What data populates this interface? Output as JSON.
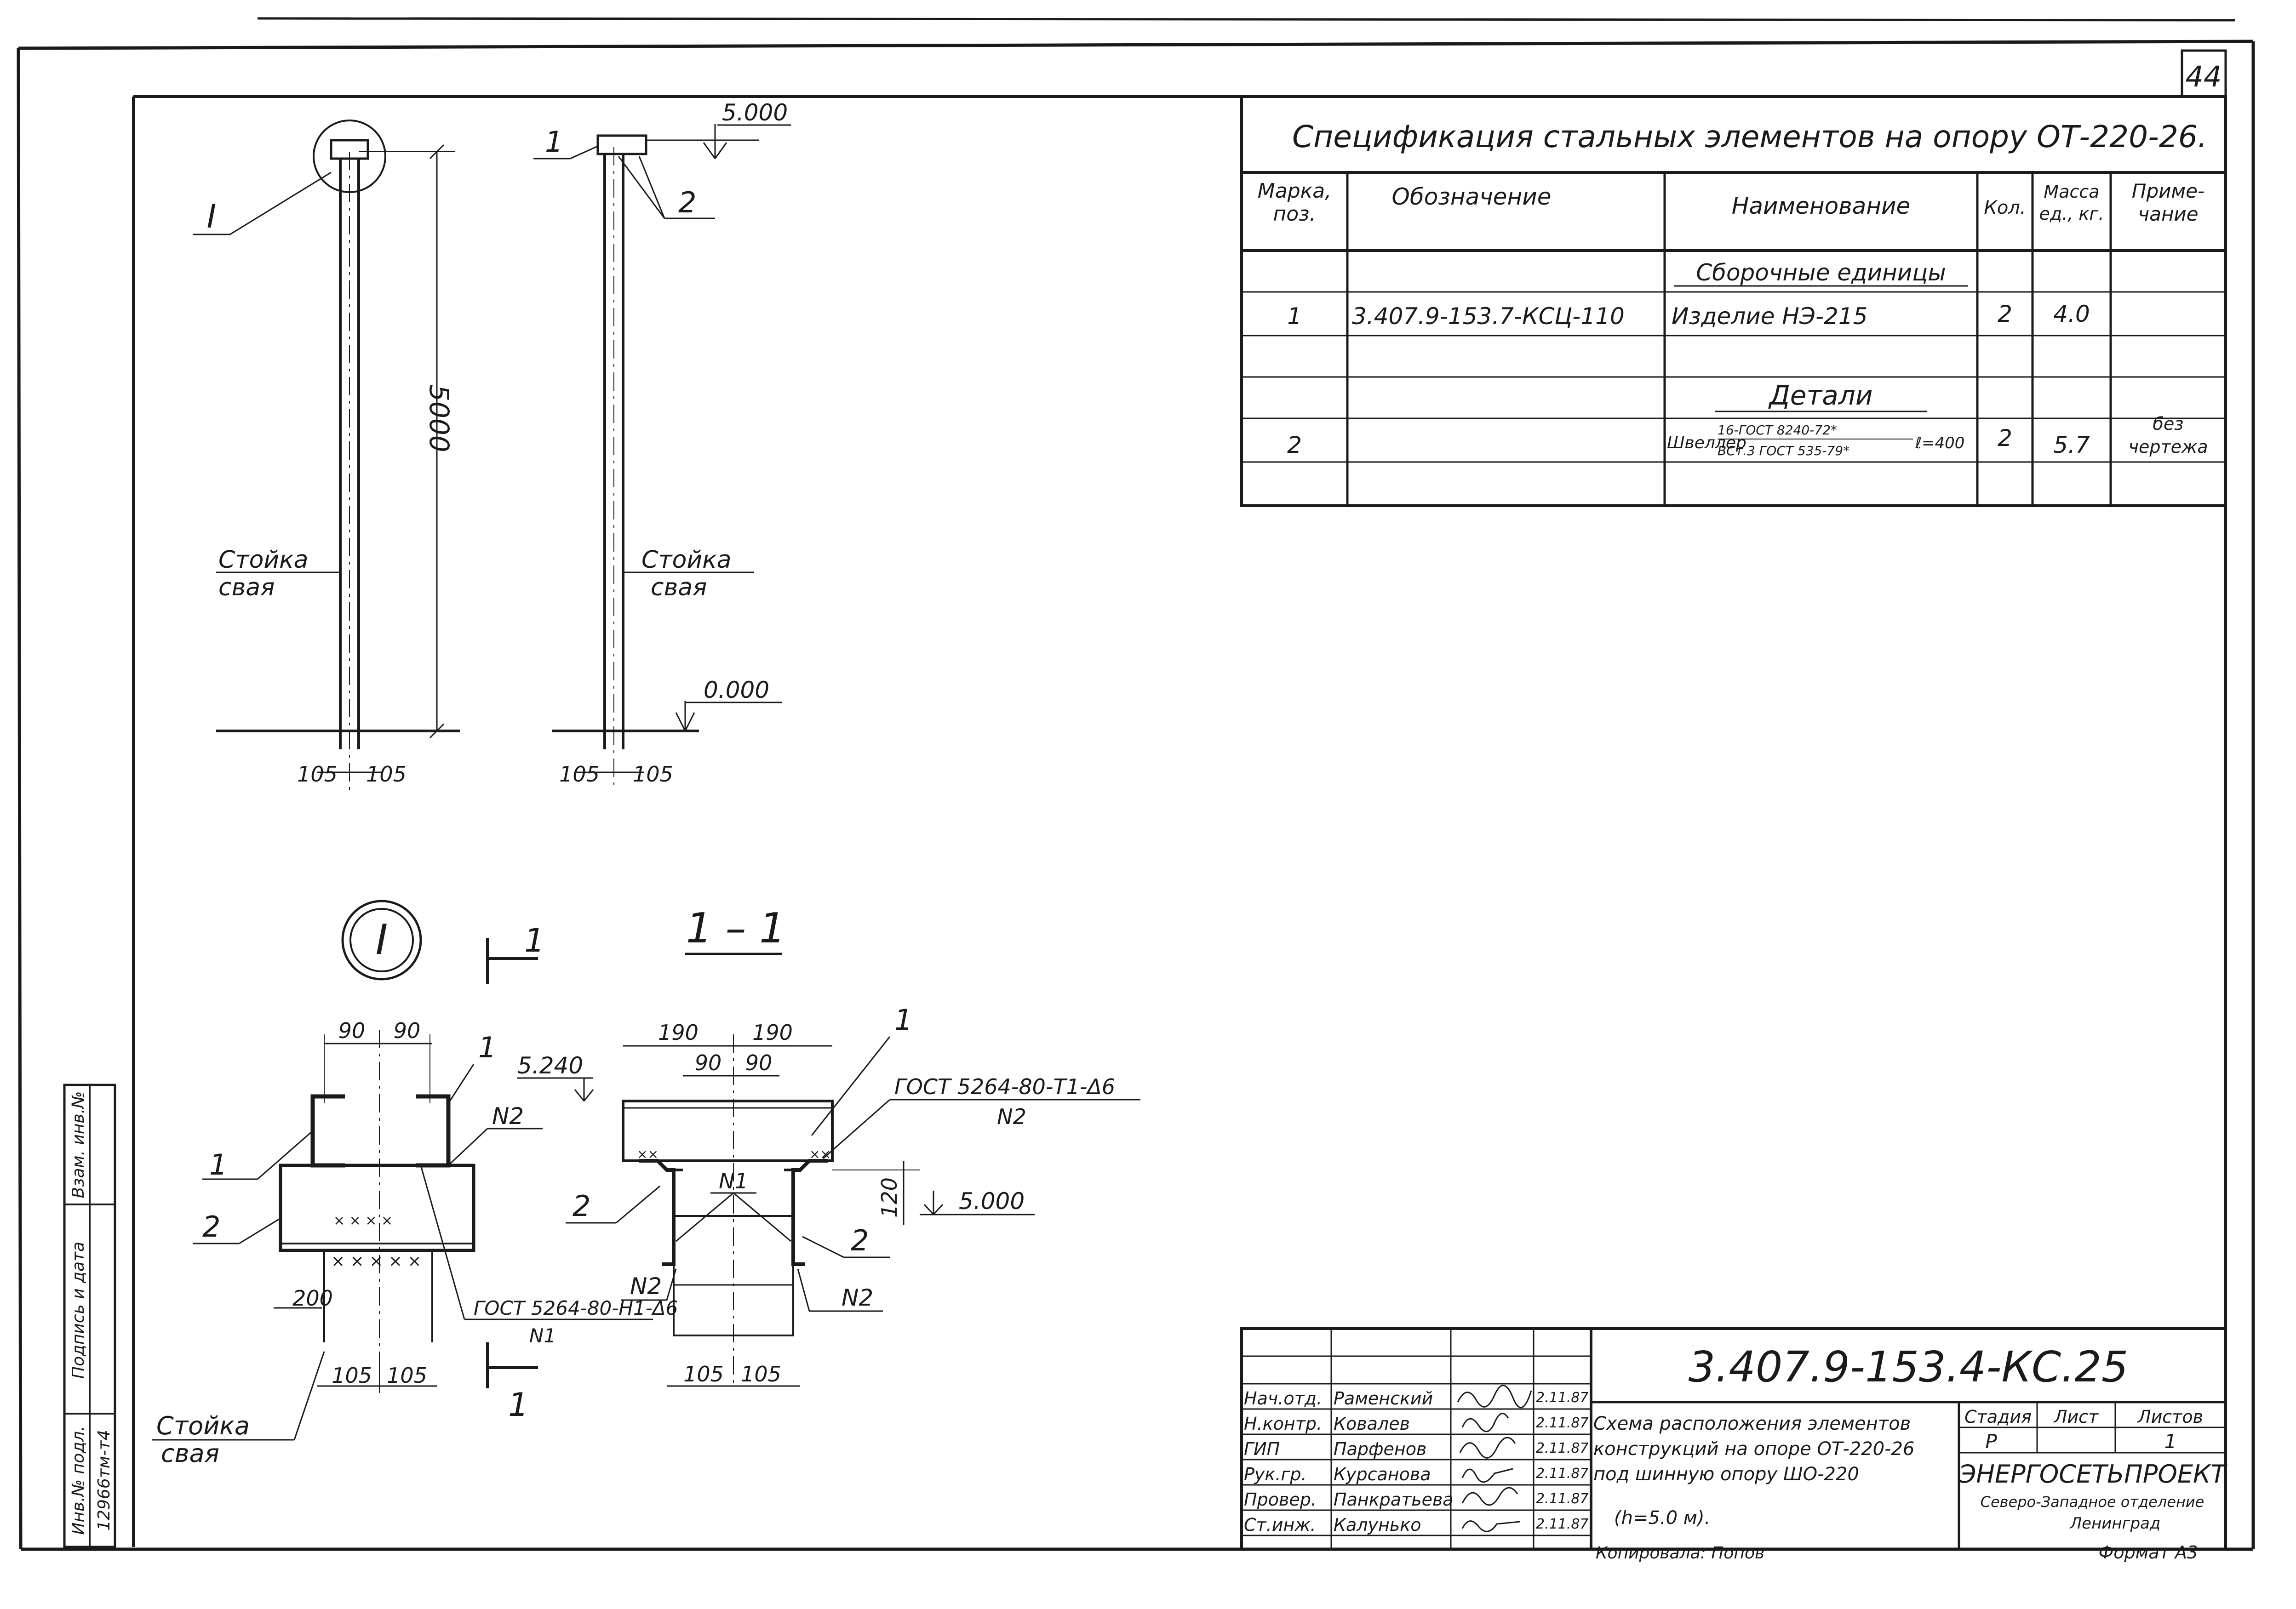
{
  "page_number": "44",
  "spec": {
    "title": "Спецификация стальных элементов на опору ОТ-220-26.",
    "headers": {
      "mark": [
        "Марка,",
        "поз."
      ],
      "designation": "Обозначение",
      "name": "Наименование",
      "qty": "Кол.",
      "mass": [
        "Масса",
        "ед., кг."
      ],
      "note": [
        "Приме-",
        "чание"
      ]
    },
    "section_assembly": "Сборочные единицы",
    "row1": {
      "mark": "1",
      "designation": "3.407.9-153.7-КСЦ-110",
      "name": "Изделие   НЭ-215",
      "qty": "2",
      "mass": "4.0",
      "note": ""
    },
    "section_details": "Детали",
    "row2": {
      "mark": "2",
      "name_prefix": "Швеллер",
      "name_top": "16-ГОСТ 8240-72*",
      "name_bottom": "ВСт.3 ГОСТ 535-79*",
      "name_suffix": "ℓ=400",
      "qty": "2",
      "mass": "5.7",
      "note": [
        "без",
        "чертежа"
      ]
    }
  },
  "elevation": {
    "top_mark": "5.000",
    "ground_mark": "0.000",
    "height_dim": "5000",
    "callout": "I",
    "pos1": "1",
    "pos2": "2",
    "post_label_1": "Стойка",
    "post_label_2": "свая",
    "dim_left": "105",
    "dim_right": "105"
  },
  "detail_I": {
    "title": "I",
    "dim_a": "90",
    "dim_b": "90",
    "dim_200": "200",
    "dim_105a": "105",
    "dim_105b": "105",
    "pos1a": "1",
    "pos1b": "1",
    "pos2": "2",
    "n2": "N2",
    "weld_label": "ГОСТ 5264-80-Н1-Δ6",
    "weld_sub": "N1",
    "post_label_1": "Стойка",
    "post_label_2": "свая",
    "cut_mark": "1"
  },
  "section_1_1": {
    "title": "1 – 1",
    "mark_top": "5.240",
    "mark_bottom": "5.000",
    "dim_190a": "190",
    "dim_190b": "190",
    "dim_90a": "90",
    "dim_90b": "90",
    "dim_120": "120",
    "dim_105a": "105",
    "dim_105b": "105",
    "pos1": "1",
    "pos2a": "2",
    "pos2b": "2",
    "weld_label": "ГОСТ 5264-80-Т1-Δ6",
    "weld_sub": "N2",
    "n1": "N1",
    "n2a": "N2",
    "n2b": "N2"
  },
  "stamp": {
    "code": "3.407.9-153.4-КС.25",
    "roles": [
      "Нач.отд.",
      "Н.контр.",
      "ГИП",
      "Рук.гр.",
      "Провер.",
      "Ст.инж."
    ],
    "names": [
      "Раменский",
      "Ковалев",
      "Парфенов",
      "Курсанова",
      "Панкратьева",
      "Калунько"
    ],
    "dates": [
      "2.11.87",
      "2.11.87",
      "2.11.87",
      "2.11.87",
      "2.11.87",
      "2.11.87"
    ],
    "description": [
      "Схема расположения элементов",
      "конструкций на опоре ОТ-220-26",
      "под шинную опору ШО-220",
      "(h=5.0 м)."
    ],
    "stage_label": "Стадия",
    "sheet_label": "Лист",
    "sheets_label": "Листов",
    "stage": "Р",
    "sheet": "",
    "sheets": "1",
    "org_name": "ЭНЕРГОСЕТЬПРОЕКТ",
    "org_branch": "Северо-Западное отделение",
    "org_city": "Ленинград",
    "copied": "Копировала: Попов",
    "format": "Формат А3"
  },
  "side_stamp": {
    "labels": [
      "Инв.№ подл.",
      "Подпись и дата",
      "Взам. инв.№"
    ],
    "inv_number": "12966тм-т4"
  }
}
